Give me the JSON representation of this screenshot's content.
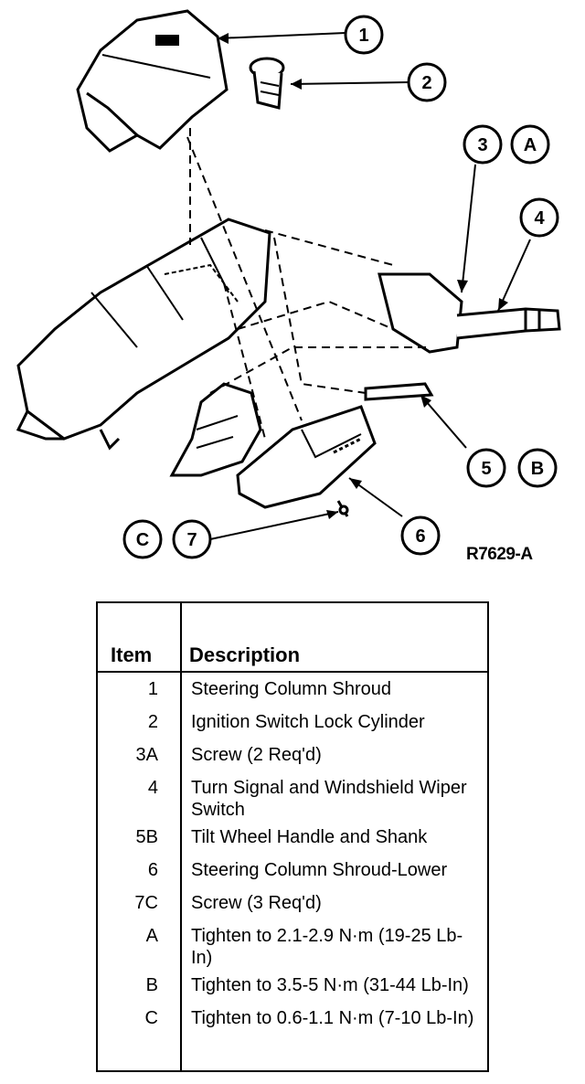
{
  "figure_code": "R7629-A",
  "callouts": [
    {
      "id": "c1",
      "label": "1"
    },
    {
      "id": "c2",
      "label": "2"
    },
    {
      "id": "c3",
      "label": "3"
    },
    {
      "id": "cA",
      "label": "A"
    },
    {
      "id": "c4",
      "label": "4"
    },
    {
      "id": "c5",
      "label": "5"
    },
    {
      "id": "cB",
      "label": "B"
    },
    {
      "id": "c6",
      "label": "6"
    },
    {
      "id": "cC",
      "label": "C"
    },
    {
      "id": "c7",
      "label": "7"
    }
  ],
  "legend": {
    "header_item": "Item",
    "header_description": "Description",
    "rows": [
      {
        "item": "1",
        "description": "Steering Column Shroud"
      },
      {
        "item": "2",
        "description": "Ignition Switch Lock Cylinder"
      },
      {
        "item": "3A",
        "description": "Screw (2 Req'd)"
      },
      {
        "item": "4",
        "description": "Turn Signal and Windshield Wiper Switch"
      },
      {
        "item": "5B",
        "description": "Tilt Wheel Handle and Shank"
      },
      {
        "item": "6",
        "description": "Steering Column Shroud-Lower"
      },
      {
        "item": "7C",
        "description": "Screw (3 Req'd)"
      },
      {
        "item": "A",
        "description": "Tighten to 2.1-2.9 N·m (19-25 Lb-In)"
      },
      {
        "item": "B",
        "description": "Tighten to 3.5-5 N·m (31-44 Lb-In)"
      },
      {
        "item": "C",
        "description": "Tighten to 0.6-1.1 N·m (7-10 Lb-In)"
      }
    ]
  }
}
